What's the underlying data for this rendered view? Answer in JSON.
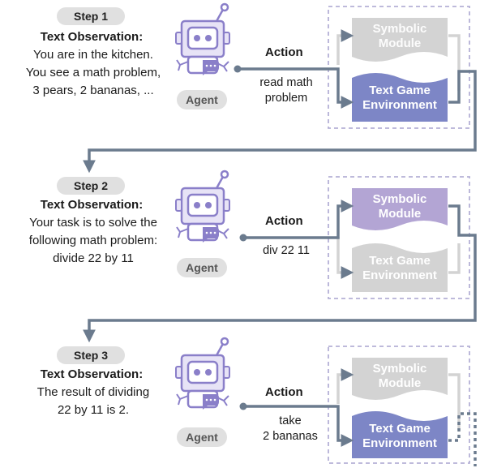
{
  "agent_label": "Agent",
  "action_label": "Action",
  "symbolic_label": [
    "Symbolic",
    "Module"
  ],
  "env_label": [
    "Text Game",
    "Environment"
  ],
  "steps": [
    {
      "step": "Step 1",
      "obs_title": "Text Observation:",
      "obs_lines": [
        "You are in the kitchen.",
        "You see a math problem,",
        "3 pears, 2 bananas, ..."
      ],
      "action_lines": [
        "read math",
        "problem"
      ],
      "active": "environment"
    },
    {
      "step": "Step 2",
      "obs_title": "Text Observation:",
      "obs_lines": [
        "Your task is to solve the",
        "following math problem:",
        "divide 22 by 11"
      ],
      "action_lines": [
        "div 22 11"
      ],
      "active": "symbolic"
    },
    {
      "step": "Step 3",
      "obs_title": "Text Observation:",
      "obs_lines": [
        "The result of dividing",
        "22 by 11 is 2."
      ],
      "action_lines": [
        "take",
        "2 bananas"
      ],
      "active": "environment"
    }
  ],
  "colors": {
    "arrow": "#6b7b8e",
    "symbolic_active": "#b3a5d4",
    "env_active": "#7d86c6",
    "inactive": "#d3d3d3",
    "dashed_border": "#b5b1d6",
    "robot_stroke": "#8a7fc9",
    "robot_fill": "#e7e3f6"
  }
}
